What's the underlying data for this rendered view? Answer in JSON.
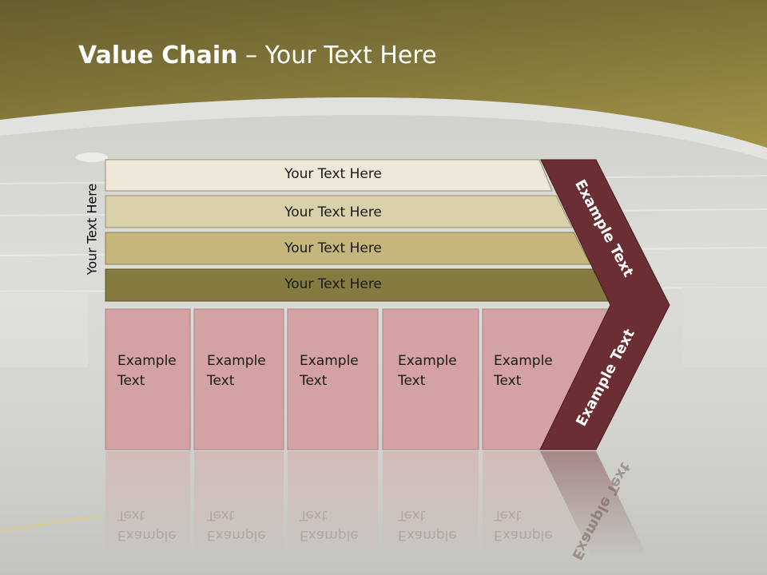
{
  "slide": {
    "title_bold": "Value Chain",
    "title_rest": " – Your Text Here",
    "side_label": "Your Text Here"
  },
  "support_bars": [
    {
      "label": "Your Text Here",
      "color": "#ede8d8"
    },
    {
      "label": "Your Text Here",
      "color": "#d9d1a9"
    },
    {
      "label": "Your Text Here",
      "color": "#c4b67c"
    },
    {
      "label": "Your Text Here",
      "color": "#857a40"
    }
  ],
  "primary_boxes": [
    {
      "label": "Example\nText"
    },
    {
      "label": "Example\nText"
    },
    {
      "label": "Example\nText"
    },
    {
      "label": "Example\nText"
    },
    {
      "label": "Example\nText"
    }
  ],
  "chevron": {
    "upper_label": "Example Text",
    "lower_label": "Example Text",
    "color": "#6b2e32"
  },
  "colors": {
    "header": "#8c7e3e",
    "box_fill": "#d4a2a3",
    "floor": "#cfcfca"
  }
}
